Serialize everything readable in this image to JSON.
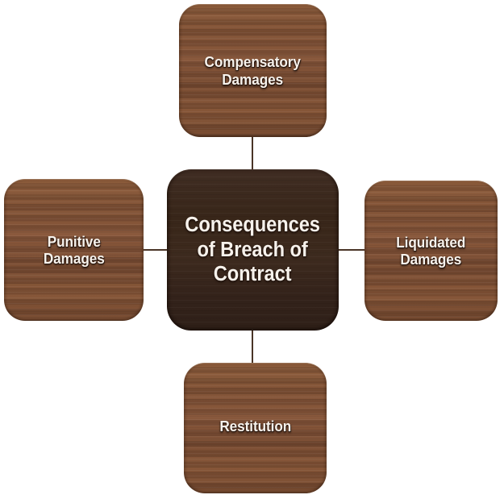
{
  "diagram": {
    "title": "Consequences of Breach of Contract",
    "type": "hub-and-spoke",
    "background_color": "#ffffff",
    "center_node_color": "#3a2820",
    "outer_node_color": "#7d5037",
    "connector_color": "#4a3527",
    "text_color": "#f7f2ec",
    "center": {
      "label": "Consequences\nof Breach of\nContract"
    },
    "nodes": [
      {
        "id": "top",
        "label": "Compensatory\nDamages",
        "position": "top"
      },
      {
        "id": "right",
        "label": "Liquidated\nDamages",
        "position": "right"
      },
      {
        "id": "bottom",
        "label": "Restitution",
        "position": "bottom"
      },
      {
        "id": "left",
        "label": "Punitive\nDamages",
        "position": "left"
      }
    ]
  }
}
